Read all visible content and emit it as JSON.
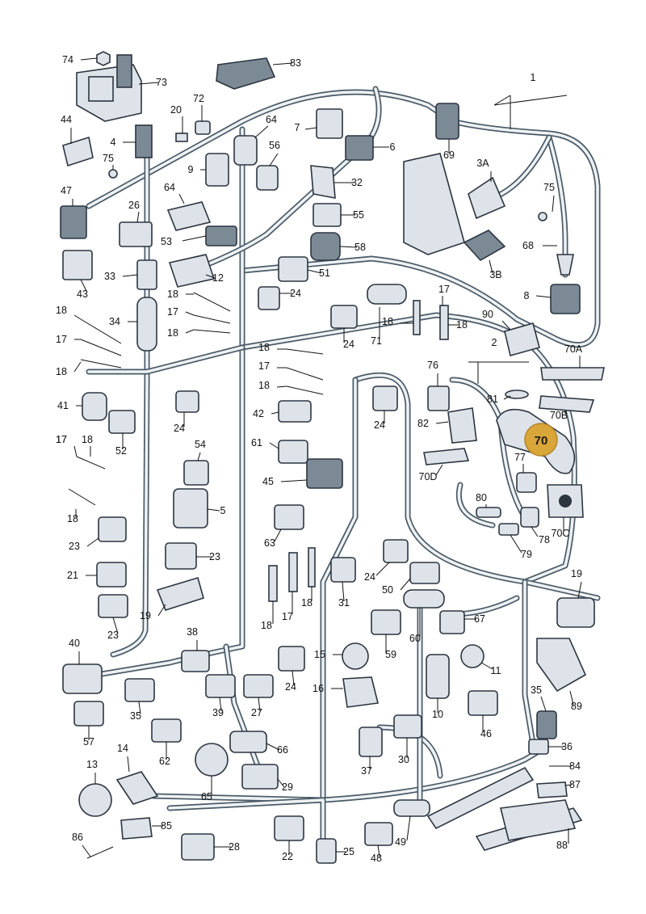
{
  "diagram": {
    "labels": [
      {
        "id": "l74",
        "text": "74"
      },
      {
        "id": "l73",
        "text": "73"
      },
      {
        "id": "l83",
        "text": "83"
      },
      {
        "id": "l1",
        "text": "1"
      },
      {
        "id": "l72",
        "text": "72"
      },
      {
        "id": "l20",
        "text": "20"
      },
      {
        "id": "l44",
        "text": "44"
      },
      {
        "id": "l4",
        "text": "4"
      },
      {
        "id": "l64a",
        "text": "64"
      },
      {
        "id": "l7",
        "text": "7"
      },
      {
        "id": "l6",
        "text": "6"
      },
      {
        "id": "l69",
        "text": "69"
      },
      {
        "id": "l75a",
        "text": "75"
      },
      {
        "id": "l56",
        "text": "56"
      },
      {
        "id": "l9",
        "text": "9"
      },
      {
        "id": "l3A",
        "text": "3A"
      },
      {
        "id": "l32",
        "text": "32"
      },
      {
        "id": "l75b",
        "text": "75"
      },
      {
        "id": "l47",
        "text": "47"
      },
      {
        "id": "l26",
        "text": "26"
      },
      {
        "id": "l64b",
        "text": "64"
      },
      {
        "id": "l55",
        "text": "55"
      },
      {
        "id": "l53",
        "text": "53"
      },
      {
        "id": "l58",
        "text": "58"
      },
      {
        "id": "l68",
        "text": "68"
      },
      {
        "id": "l43",
        "text": "43"
      },
      {
        "id": "l3B",
        "text": "3B"
      },
      {
        "id": "l51",
        "text": "51"
      },
      {
        "id": "l33",
        "text": "33"
      },
      {
        "id": "l12",
        "text": "12"
      },
      {
        "id": "l17a",
        "text": "17"
      },
      {
        "id": "l24a",
        "text": "24"
      },
      {
        "id": "l8",
        "text": "8"
      },
      {
        "id": "l18a",
        "text": "18"
      },
      {
        "id": "l17b",
        "text": "17"
      },
      {
        "id": "l18b",
        "text": "18"
      },
      {
        "id": "l18c",
        "text": "18"
      },
      {
        "id": "l34",
        "text": "34"
      },
      {
        "id": "l90",
        "text": "90"
      },
      {
        "id": "l18d",
        "text": "18"
      },
      {
        "id": "l18e",
        "text": "18"
      },
      {
        "id": "l17c",
        "text": "17"
      },
      {
        "id": "l24b",
        "text": "24"
      },
      {
        "id": "l71",
        "text": "71"
      },
      {
        "id": "l2",
        "text": "2"
      },
      {
        "id": "l70A",
        "text": "70A"
      },
      {
        "id": "l18f",
        "text": "18"
      },
      {
        "id": "l18g",
        "text": "18"
      },
      {
        "id": "l17d",
        "text": "17"
      },
      {
        "id": "l76",
        "text": "76"
      },
      {
        "id": "l17e",
        "text": "17"
      },
      {
        "id": "l18h",
        "text": "18"
      },
      {
        "id": "l41",
        "text": "41"
      },
      {
        "id": "l81",
        "text": "81"
      },
      {
        "id": "l24c",
        "text": "24"
      },
      {
        "id": "l42",
        "text": "42"
      },
      {
        "id": "l24d",
        "text": "24"
      },
      {
        "id": "l82",
        "text": "82"
      },
      {
        "id": "l70B",
        "text": "70B"
      },
      {
        "id": "l52",
        "text": "52"
      },
      {
        "id": "l17f",
        "text": "17"
      },
      {
        "id": "l18i",
        "text": "18"
      },
      {
        "id": "l54",
        "text": "54"
      },
      {
        "id": "l61",
        "text": "61"
      },
      {
        "id": "l77",
        "text": "77"
      },
      {
        "id": "l70D",
        "text": "70D"
      },
      {
        "id": "l45",
        "text": "45"
      },
      {
        "id": "l18j",
        "text": "18"
      },
      {
        "id": "l5",
        "text": "5"
      },
      {
        "id": "l80",
        "text": "80"
      },
      {
        "id": "l23a",
        "text": "23"
      },
      {
        "id": "l63",
        "text": "63"
      },
      {
        "id": "l70C",
        "text": "70C"
      },
      {
        "id": "l78",
        "text": "78"
      },
      {
        "id": "l23b",
        "text": "23"
      },
      {
        "id": "l79",
        "text": "79"
      },
      {
        "id": "l21",
        "text": "21"
      },
      {
        "id": "l24e",
        "text": "24"
      },
      {
        "id": "l50",
        "text": "50"
      },
      {
        "id": "l19a",
        "text": "19"
      },
      {
        "id": "l31",
        "text": "31"
      },
      {
        "id": "l18k",
        "text": "18"
      },
      {
        "id": "l19b",
        "text": "19"
      },
      {
        "id": "l17g",
        "text": "17"
      },
      {
        "id": "l18l",
        "text": "18"
      },
      {
        "id": "l67",
        "text": "67"
      },
      {
        "id": "l23c",
        "text": "23"
      },
      {
        "id": "l60",
        "text": "60"
      },
      {
        "id": "l40",
        "text": "40"
      },
      {
        "id": "l38",
        "text": "38"
      },
      {
        "id": "l15",
        "text": "15"
      },
      {
        "id": "l59",
        "text": "59"
      },
      {
        "id": "l11",
        "text": "11"
      },
      {
        "id": "l24f",
        "text": "24"
      },
      {
        "id": "l16",
        "text": "16"
      },
      {
        "id": "l35a",
        "text": "35"
      },
      {
        "id": "l39",
        "text": "39"
      },
      {
        "id": "l27",
        "text": "27"
      },
      {
        "id": "l10",
        "text": "10"
      },
      {
        "id": "l89",
        "text": "89"
      },
      {
        "id": "l57",
        "text": "57"
      },
      {
        "id": "l46",
        "text": "46"
      },
      {
        "id": "l35b",
        "text": "35"
      },
      {
        "id": "l62",
        "text": "62"
      },
      {
        "id": "l30",
        "text": "30"
      },
      {
        "id": "l37",
        "text": "37"
      },
      {
        "id": "l36",
        "text": "36"
      },
      {
        "id": "l14",
        "text": "14"
      },
      {
        "id": "l66",
        "text": "66"
      },
      {
        "id": "l13",
        "text": "13"
      },
      {
        "id": "l84",
        "text": "84"
      },
      {
        "id": "l29",
        "text": "29"
      },
      {
        "id": "l87",
        "text": "87"
      },
      {
        "id": "l65",
        "text": "65"
      },
      {
        "id": "l85",
        "text": "85"
      },
      {
        "id": "l86",
        "text": "86"
      },
      {
        "id": "l28",
        "text": "28"
      },
      {
        "id": "l22",
        "text": "22"
      },
      {
        "id": "l25",
        "text": "25"
      },
      {
        "id": "l49",
        "text": "49"
      },
      {
        "id": "l88",
        "text": "88"
      },
      {
        "id": "l48",
        "text": "48"
      }
    ],
    "highlight": {
      "text": "70",
      "fill": "#d9a63a"
    },
    "colors": {
      "line": "#111111",
      "harness": "#4a5a66",
      "part": "#dde3e8",
      "part_stroke": "#2c3540"
    }
  }
}
